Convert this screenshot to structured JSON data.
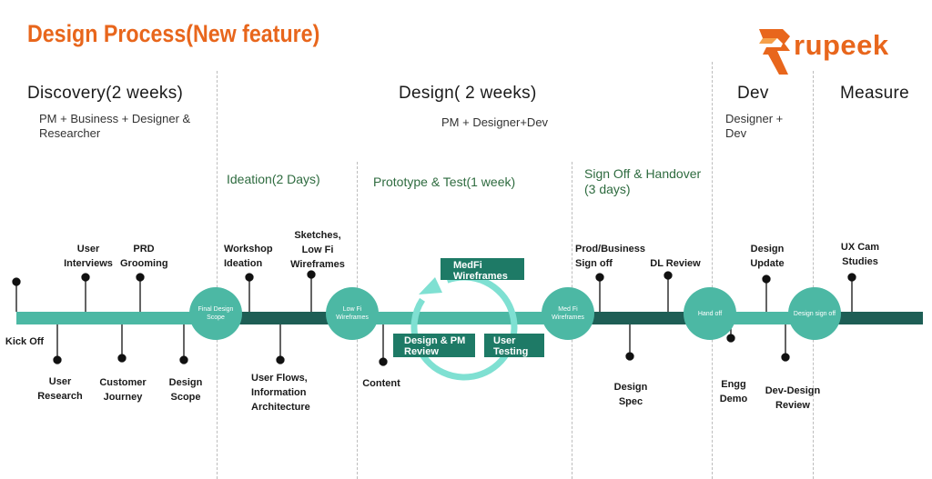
{
  "title": "Design Process(New feature)",
  "logo": {
    "text": "rupeek"
  },
  "colors": {
    "accent": "#E8661C",
    "timeline_light": "#4CB8A4",
    "timeline_dark": "#1E5E55",
    "box": "#1E7A66",
    "subhead": "#2e6b3f"
  },
  "phases": [
    {
      "name": "Discovery(2 weeks)",
      "team": "PM + Business + Designer & Researcher"
    },
    {
      "name": "Design( 2 weeks)",
      "team": "PM + Designer+Dev"
    },
    {
      "name": "Dev",
      "team": "Designer + Dev"
    },
    {
      "name": "Measure",
      "team": ""
    }
  ],
  "subphases": [
    "Ideation(2 Days)",
    "Prototype & Test(1 week)",
    "Sign Off & Handover (3 days)"
  ],
  "milestones_top": [
    "User Interviews",
    "PRD Grooming",
    "Workshop Ideation",
    "Sketches, Low Fi Wireframes",
    "Prod/Business Sign off",
    "DL Review",
    "Design Update",
    "UX Cam Studies"
  ],
  "milestones_bottom": [
    "Kick Off",
    "User Research",
    "Customer Journey",
    "Design Scope",
    "User Flows, Information Architecture",
    "Content",
    "Design Spec",
    "Engg Demo",
    "Dev-Design Review"
  ],
  "circles": [
    "Final Design Scope",
    "Low Fi Wireframes",
    "Med Fi Wireframes",
    "Hand off",
    "Design sign off"
  ],
  "loop_boxes": [
    "MedFi Wireframes",
    "Design & PM Review",
    "User Testing"
  ]
}
